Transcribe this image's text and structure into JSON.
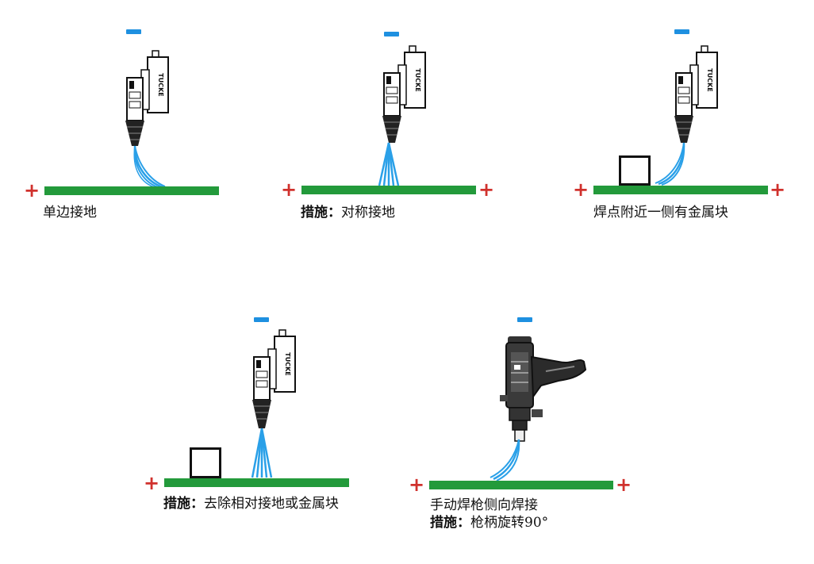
{
  "colors": {
    "ground_bar": "#239a3b",
    "minus_sign": "#1e90e0",
    "plus_sign": "#d0312d",
    "arc": "#2aa0e8"
  },
  "icons": {
    "torch": "robot-welding-torch-icon",
    "handheld": "handheld-welding-gun-icon",
    "metal_block": "metal-block-icon"
  },
  "signs": {
    "minus": "−",
    "plus": "+"
  },
  "panels": [
    {
      "caption": "单边接地"
    },
    {
      "label": "措施",
      "separator": "：",
      "caption": "对称接地"
    },
    {
      "caption": "焊点附近一侧有金属块"
    },
    {
      "label": "措施",
      "separator": "：",
      "caption": "去除相对接地或金属块"
    },
    {
      "caption": "手动焊枪侧向焊接",
      "label": "措施",
      "separator": "：",
      "caption2": "枪柄旋转90°"
    }
  ]
}
